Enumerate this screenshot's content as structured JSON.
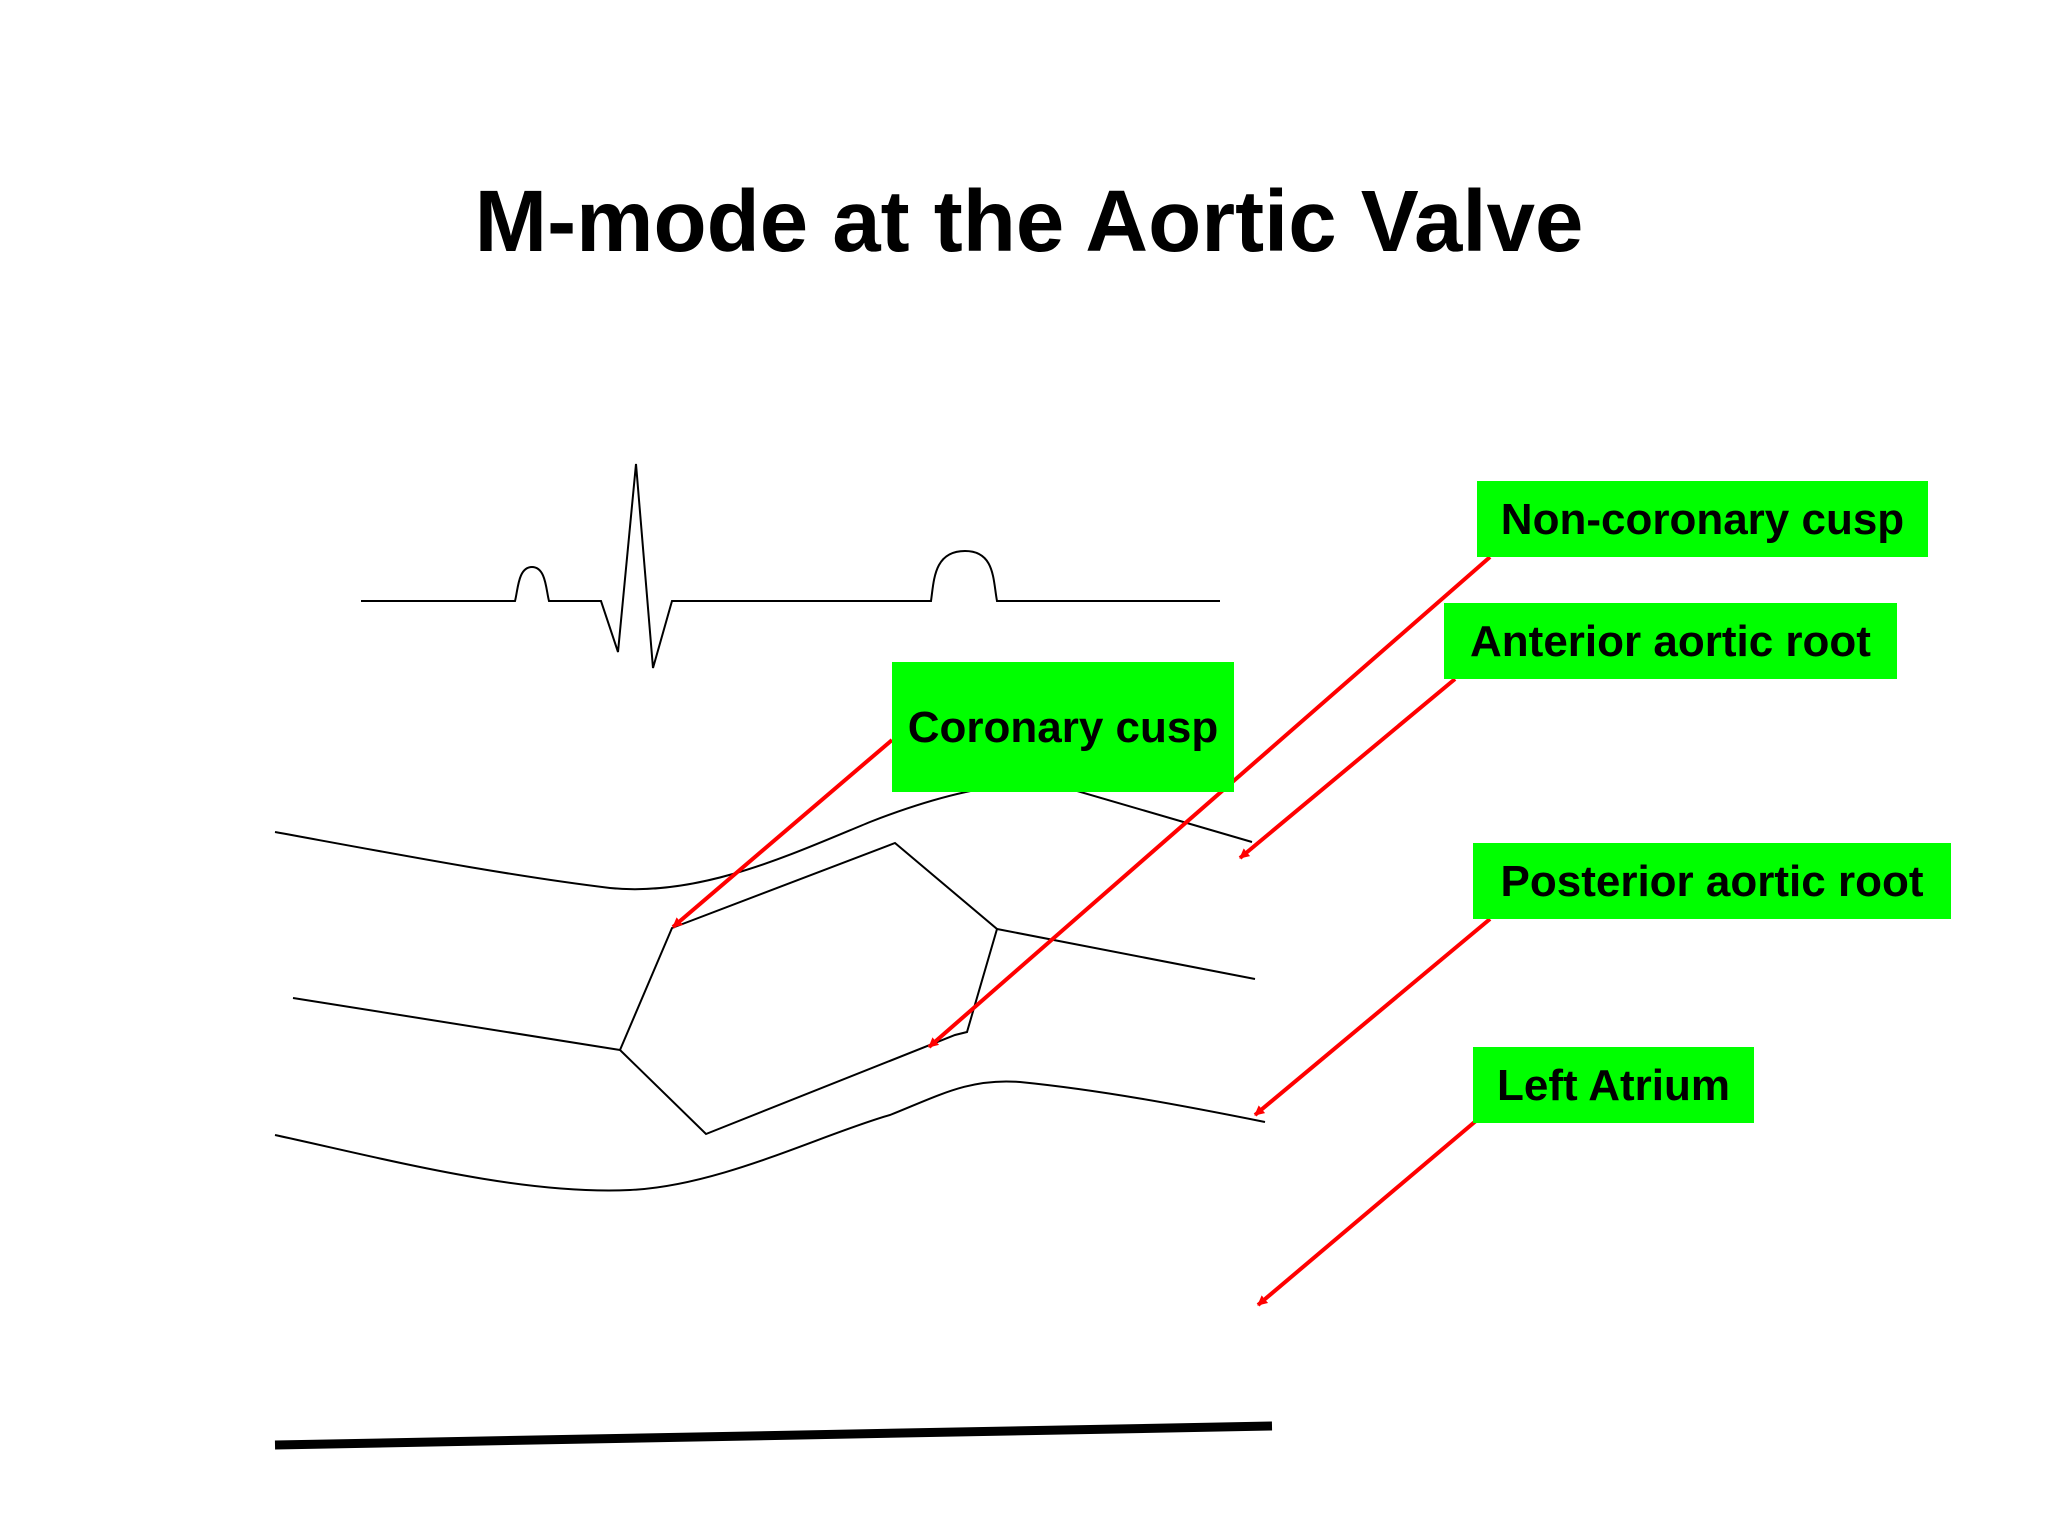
{
  "slide": {
    "title": "M-mode at the Aortic Valve"
  },
  "labels": {
    "non_coronary_cusp": "Non-coronary cusp",
    "anterior_aortic_root": "Anterior aortic root",
    "coronary_cusp": "Coronary cusp",
    "posterior_aortic_root": "Posterior aortic root",
    "left_atrium": "Left Atrium"
  },
  "colors": {
    "label_background": "#00ff00",
    "arrow": "#ff0000",
    "trace": "#000000"
  }
}
